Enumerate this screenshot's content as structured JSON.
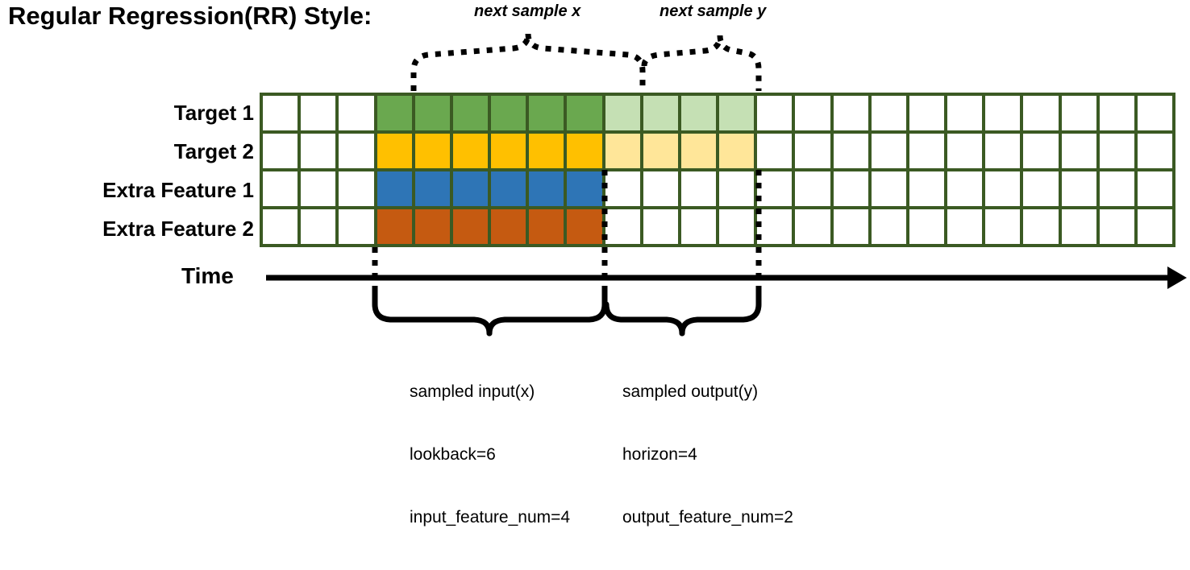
{
  "title": "Regular Regression(RR) Style:",
  "annotations": {
    "next_sample_x": "next sample x",
    "next_sample_y": "next sample y"
  },
  "axis": {
    "time_label": "Time"
  },
  "rows": [
    {
      "label": "Target 1",
      "fill": "#6aa84f",
      "faded": "#c5e0b4",
      "has_output": true
    },
    {
      "label": "Target 2",
      "fill": "#ffc000",
      "faded": "#ffe699",
      "has_output": true
    },
    {
      "label": "Extra Feature 1",
      "fill": "#2e75b6",
      "faded": "#ffffff",
      "has_output": false
    },
    {
      "label": "Extra Feature 2",
      "fill": "#c55a11",
      "faded": "#ffffff",
      "has_output": false
    }
  ],
  "grid": {
    "total_columns": 24,
    "leading_blank_columns": 3,
    "input_columns": 6,
    "output_columns": 4,
    "trailing_blank_columns": 11,
    "border_color": "#3b5a23",
    "empty_color": "#ffffff"
  },
  "captions": {
    "input": {
      "line1": "sampled input(x)",
      "line2": "lookback=6",
      "line3": "input_feature_num=4"
    },
    "output": {
      "line1": "sampled output(y)",
      "line2": "horizon=4",
      "line3": "output_feature_num=2"
    }
  },
  "colors": {
    "grid_border": "#3b5a23",
    "target1": "#6aa84f",
    "target1_faded": "#c5e0b4",
    "target2": "#ffc000",
    "target2_faded": "#ffe699",
    "feature1": "#2e75b6",
    "feature2": "#c55a11",
    "line": "#000000"
  }
}
